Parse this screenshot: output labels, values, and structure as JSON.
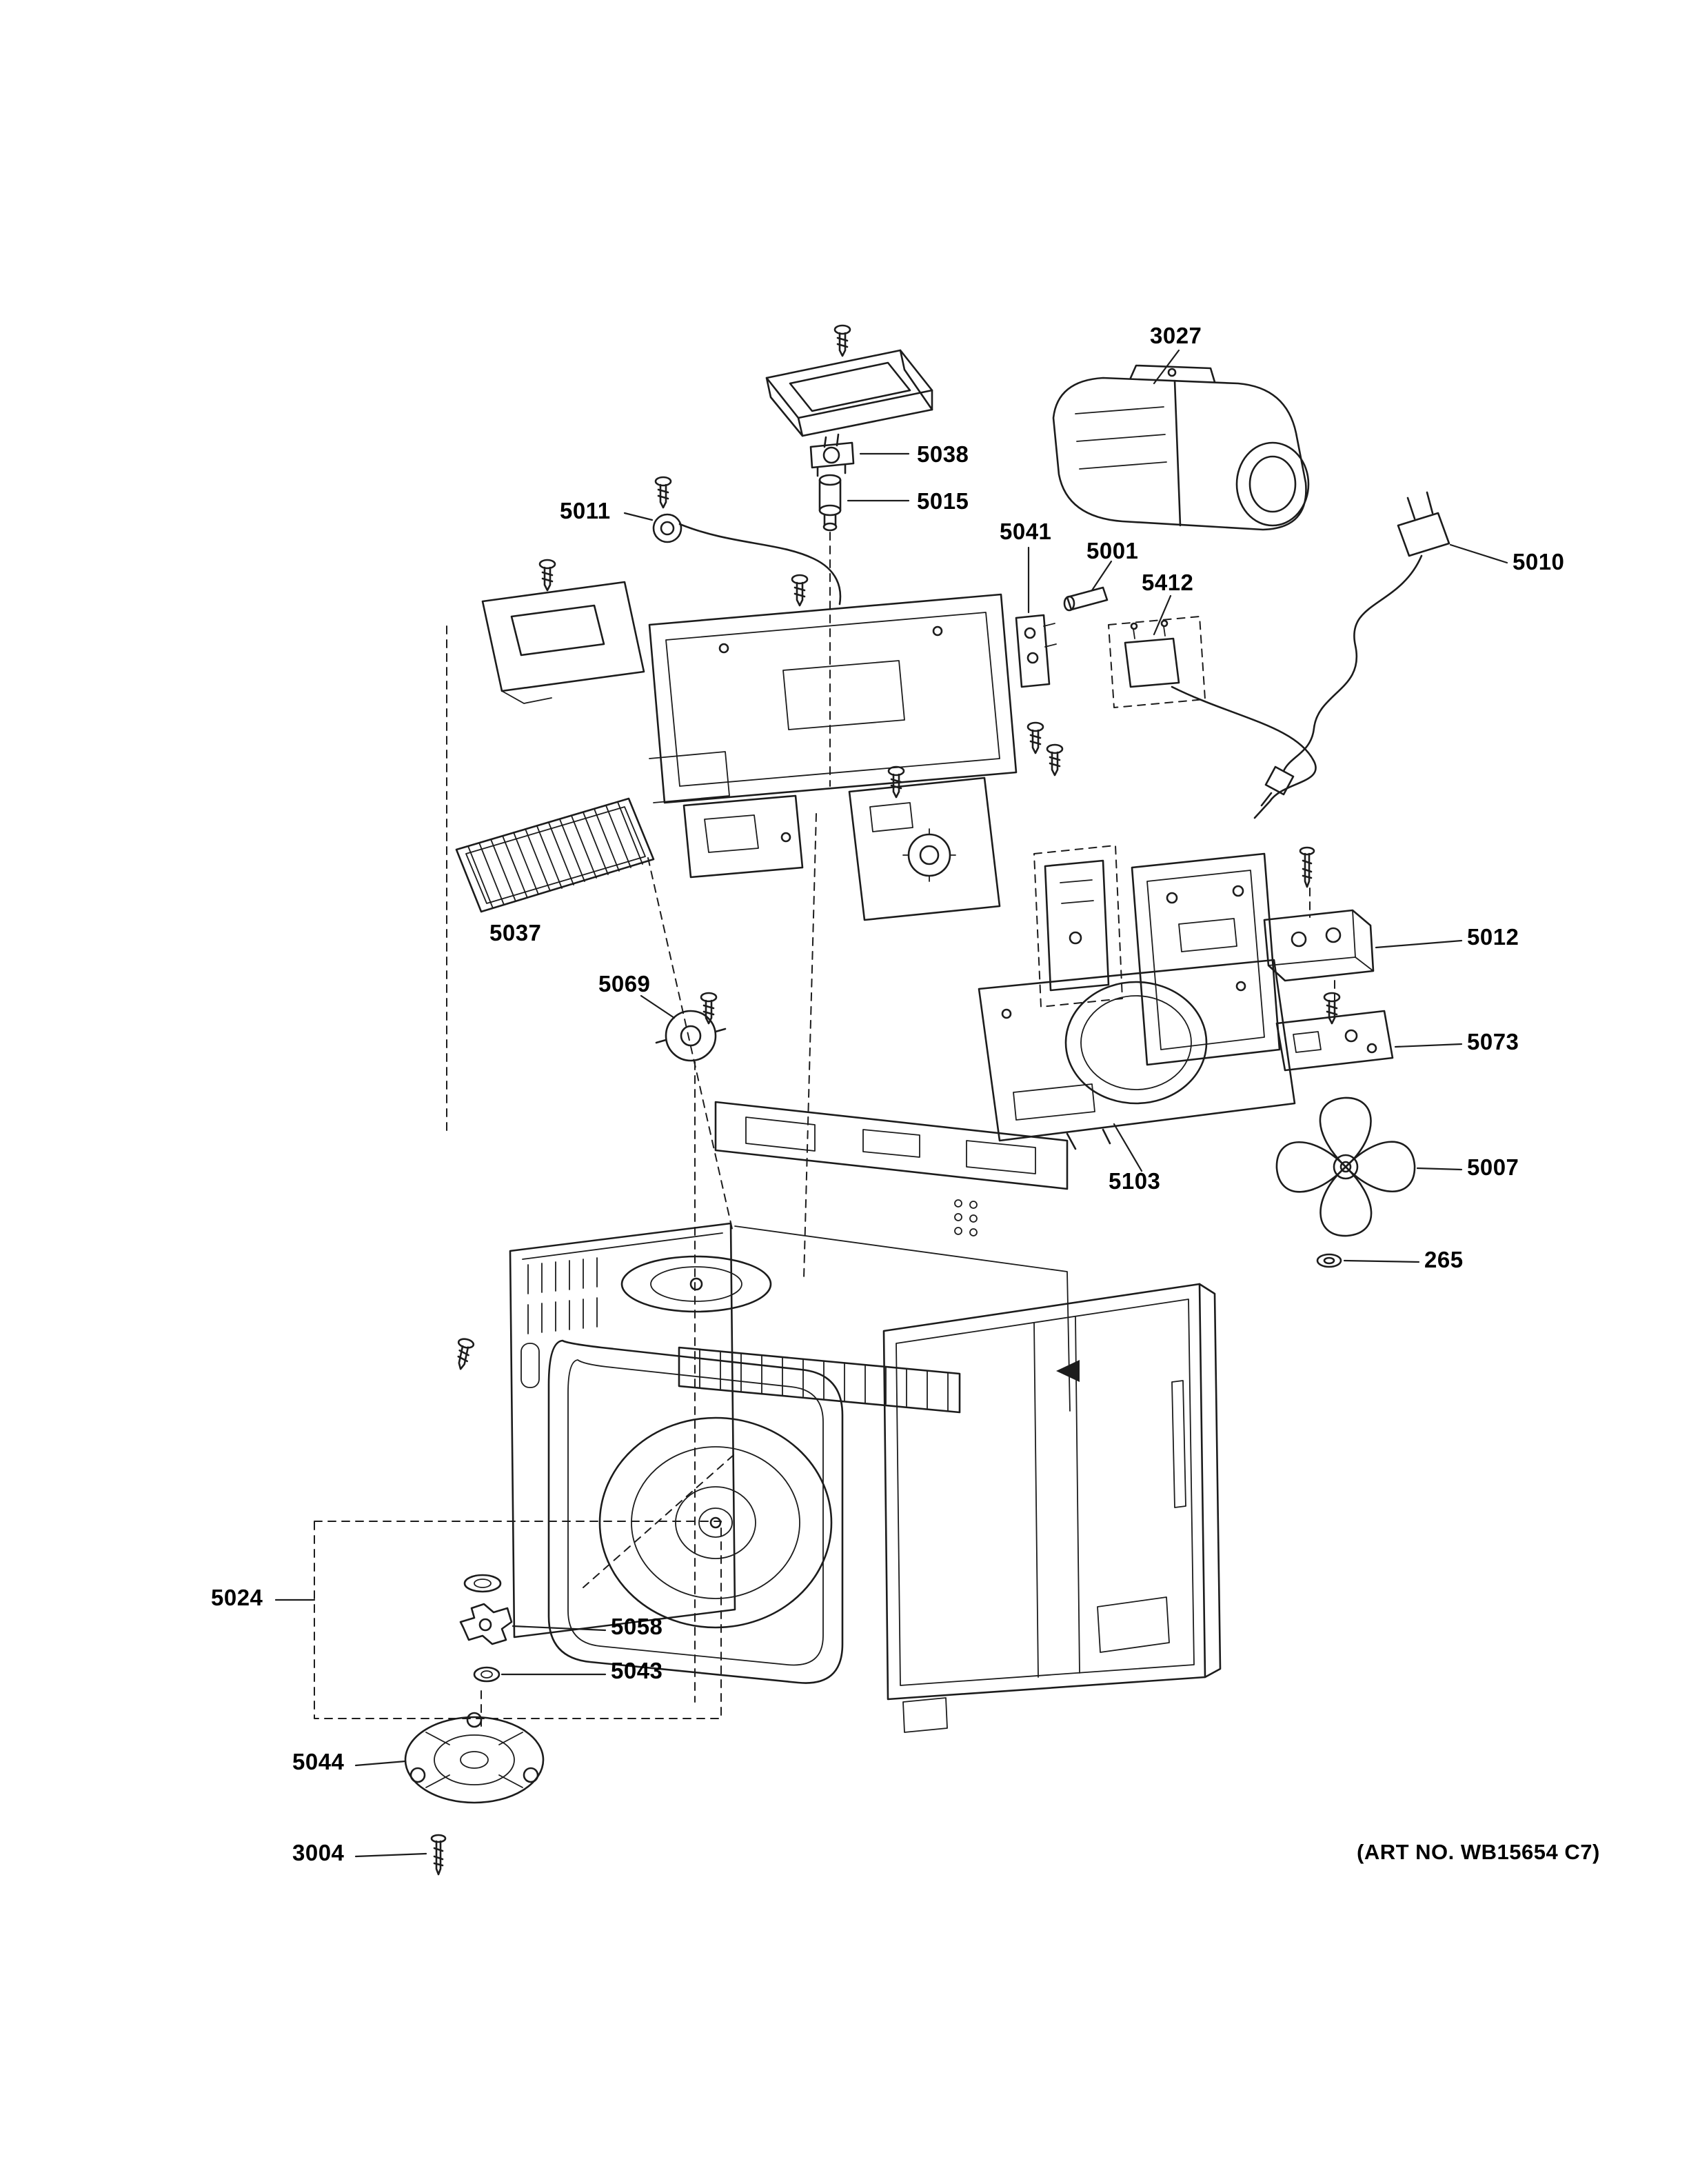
{
  "diagram": {
    "type": "exploded-parts-diagram",
    "subject": "over-the-range microwave oven internal parts",
    "art_note": "(ART NO. WB15654 C7)",
    "colors": {
      "line": "#1c1c1c",
      "background": "#ffffff",
      "label": "#000000"
    },
    "labels": [
      {
        "text": "3027"
      },
      {
        "text": "5038"
      },
      {
        "text": "5015"
      },
      {
        "text": "5011"
      },
      {
        "text": "5041"
      },
      {
        "text": "5001"
      },
      {
        "text": "5412"
      },
      {
        "text": "5010"
      },
      {
        "text": "5037"
      },
      {
        "text": "5069"
      },
      {
        "text": "5012"
      },
      {
        "text": "5073"
      },
      {
        "text": "5103"
      },
      {
        "text": "5007"
      },
      {
        "text": "265"
      },
      {
        "text": "5024"
      },
      {
        "text": "5058"
      },
      {
        "text": "5043"
      },
      {
        "text": "5044"
      },
      {
        "text": "3004"
      }
    ]
  }
}
